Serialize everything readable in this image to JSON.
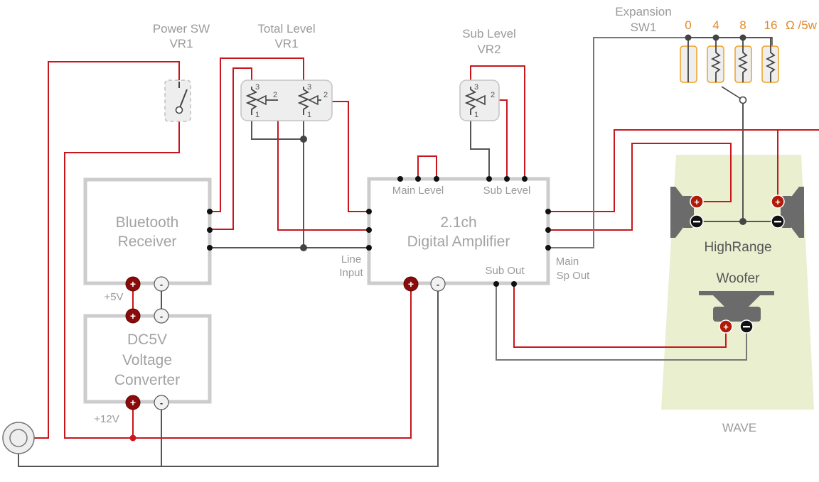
{
  "diagram": {
    "type": "wiring-diagram",
    "components": {
      "power_switch": {
        "title": "Power SW",
        "ref": "VR1"
      },
      "total_level": {
        "title": "Total Level",
        "ref": "VR1",
        "pins": [
          "3",
          "2",
          "1"
        ]
      },
      "sub_level": {
        "title": "Sub Level",
        "ref": "VR2",
        "pins": [
          "3",
          "2",
          "1"
        ]
      },
      "expansion": {
        "title": "Expansion",
        "ref": "SW1",
        "taps": [
          "0",
          "4",
          "8",
          "16"
        ],
        "unit": "Ω /5w"
      },
      "bluetooth": {
        "line1": "Bluetooth",
        "line2": "Receiver",
        "supply_label": "+5V"
      },
      "converter": {
        "line1": "DC5V",
        "line2": "Voltage",
        "line3": "Converter",
        "input_label": "+12V"
      },
      "amplifier": {
        "line1": "2.1ch",
        "line2": "Digital Amplifier",
        "main_level": "Main Level",
        "sub_level": "Sub Level",
        "line_input_1": "Line",
        "line_input_2": "Input",
        "sub_out": "Sub Out",
        "main_sp_out_1": "Main",
        "main_sp_out_2": "Sp Out"
      },
      "speakers": {
        "highrange": "HighRange",
        "woofer": "Woofer",
        "enclosure": "WAVE"
      }
    },
    "terminal_symbols": {
      "plus": "+",
      "minus": "-"
    },
    "colors": {
      "positive_wire": "#c8161d",
      "negative_wire": "#555555",
      "terminal_plus": "#8b0a0a",
      "enclosure": "#eaefcf",
      "resistor_outline": "#f0a020",
      "label": "#9a9a9a"
    }
  }
}
